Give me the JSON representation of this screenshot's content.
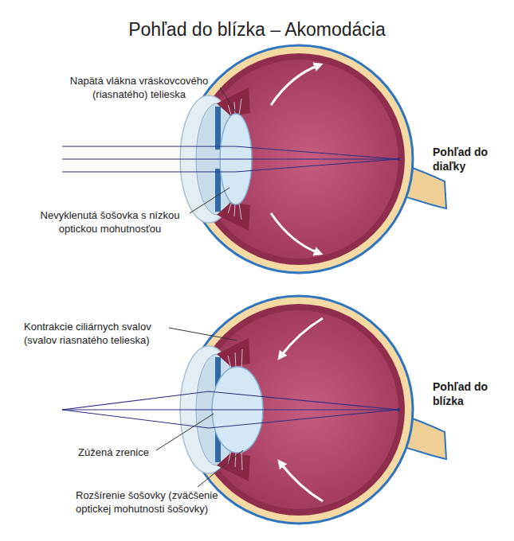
{
  "diagram": {
    "title": "Pohľad do blízka – Akomodácia",
    "labels": [
      "Napätá vlákna vráskovcového (riasnatého) telieska",
      "Nevyklenutá šošovka s nízkou optickou mohutnosťou",
      "Pohľad do diaľky",
      "Kontrakcie ciliárnych svalov (svalov riasnatého telieska)",
      "Pohľad do blízka",
      "Zúžená zrenice",
      "Rozšírenie šošovky (zväčšenie optickej mohutnosti šošovky)"
    ]
  }
}
